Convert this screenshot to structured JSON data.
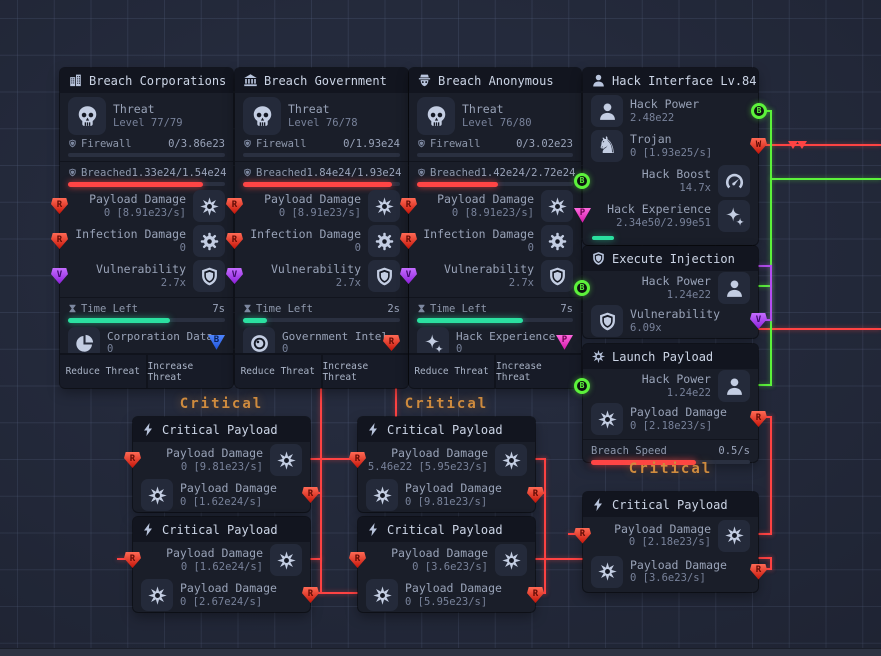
{
  "badges": {
    "r": "R",
    "v": "V",
    "b": "B",
    "w": "W",
    "p": "P",
    "blue": "B"
  },
  "critical_label": "Critical",
  "breach_panels": [
    {
      "title": "Breach Corporations",
      "threat_label": "Threat",
      "threat_level": "Level 77/79",
      "firewall_label": "Firewall",
      "firewall_value": "0/3.86e23",
      "firewall_pct": 0,
      "breached_label": "Breached",
      "breached_value": "1.33e24/1.54e24",
      "breached_pct": 86,
      "payload": {
        "label": "Payload Damage",
        "value": "0 [8.91e23/s]"
      },
      "infection": {
        "label": "Infection Damage",
        "value": "0"
      },
      "vulnerability": {
        "label": "Vulnerability",
        "value": "2.7x"
      },
      "time_label": "Time Left",
      "time_value": "7s",
      "time_pct": 65,
      "resource_label": "Corporation Data",
      "resource_value": "0",
      "reduce_btn": "Reduce Threat",
      "increase_btn": "Increase Threat"
    },
    {
      "title": "Breach Government",
      "threat_label": "Threat",
      "threat_level": "Level 76/78",
      "firewall_label": "Firewall",
      "firewall_value": "0/1.93e24",
      "firewall_pct": 0,
      "breached_label": "Breached",
      "breached_value": "1.84e24/1.93e24",
      "breached_pct": 95,
      "payload": {
        "label": "Payload Damage",
        "value": "0 [8.91e23/s]"
      },
      "infection": {
        "label": "Infection Damage",
        "value": "0"
      },
      "vulnerability": {
        "label": "Vulnerability",
        "value": "2.7x"
      },
      "time_label": "Time Left",
      "time_value": "2s",
      "time_pct": 15,
      "resource_label": "Government Intel",
      "resource_value": "0",
      "reduce_btn": "Reduce Threat",
      "increase_btn": "Increase Threat"
    },
    {
      "title": "Breach Anonymous",
      "threat_label": "Threat",
      "threat_level": "Level 76/80",
      "firewall_label": "Firewall",
      "firewall_value": "0/3.02e23",
      "firewall_pct": 0,
      "breached_label": "Breached",
      "breached_value": "1.42e24/2.72e24",
      "breached_pct": 52,
      "payload": {
        "label": "Payload Damage",
        "value": "0 [8.91e23/s]"
      },
      "infection": {
        "label": "Infection Damage",
        "value": "0"
      },
      "vulnerability": {
        "label": "Vulnerability",
        "value": "2.7x"
      },
      "time_label": "Time Left",
      "time_value": "7s",
      "time_pct": 68,
      "resource_label": "Hack Experience",
      "resource_value": "0",
      "reduce_btn": "Reduce Threat",
      "increase_btn": "Increase Threat"
    }
  ],
  "hack_interface": {
    "title": "Hack Interface Lv.84",
    "hack_power": {
      "label": "Hack Power",
      "value": "2.48e22"
    },
    "trojan": {
      "label": "Trojan",
      "value": "0 [1.93e25/s]"
    },
    "hack_boost": {
      "label": "Hack Boost",
      "value": "14.7x"
    },
    "hack_experience": {
      "label": "Hack Experience",
      "value": "2.34e50/2.99e51",
      "bar_pct": 14
    }
  },
  "execute_injection": {
    "title": "Execute Injection",
    "hack_power": {
      "label": "Hack Power",
      "value": "1.24e22"
    },
    "vulnerability": {
      "label": "Vulnerability",
      "value": "6.09x"
    }
  },
  "launch_payload": {
    "title": "Launch Payload",
    "hack_power": {
      "label": "Hack Power",
      "value": "1.24e22"
    },
    "payload_damage": {
      "label": "Payload Damage",
      "value": "0 [2.18e23/s]"
    },
    "breach_speed_label": "Breach Speed",
    "breach_speed_value": "0.5/s",
    "breach_speed_pct": 66
  },
  "critical_panels": [
    {
      "title": "Critical Payload",
      "row1": {
        "label": "Payload Damage",
        "value": "0 [9.81e23/s]"
      },
      "row2": {
        "label": "Payload Damage",
        "value": "0 [1.62e24/s]"
      }
    },
    {
      "title": "Critical Payload",
      "row1": {
        "label": "Payload Damage",
        "value": "0 [1.62e24/s]"
      },
      "row2": {
        "label": "Payload Damage",
        "value": "0 [2.67e24/s]"
      }
    },
    {
      "title": "Critical Payload",
      "row1": {
        "label": "Payload Damage",
        "value": "5.46e22 [5.95e23/s]"
      },
      "row2": {
        "label": "Payload Damage",
        "value": "0 [9.81e23/s]"
      }
    },
    {
      "title": "Critical Payload",
      "row1": {
        "label": "Payload Damage",
        "value": "0 [3.6e23/s]"
      },
      "row2": {
        "label": "Payload Damage",
        "value": "0 [5.95e23/s]"
      }
    },
    {
      "title": "Critical Payload",
      "row1": {
        "label": "Payload Damage",
        "value": "0 [2.18e23/s]"
      },
      "row2": {
        "label": "Payload Damage",
        "value": "0 [3.6e23/s]"
      }
    }
  ],
  "theme": {
    "accent_red": "#ff4343",
    "accent_green": "#5cf23b",
    "accent_purple": "#b44df0",
    "accent_teal": "#2be0a0",
    "accent_orange": "#cf8b3e",
    "accent_pink": "#ff37d5",
    "accent_blue": "#2e6bff"
  }
}
